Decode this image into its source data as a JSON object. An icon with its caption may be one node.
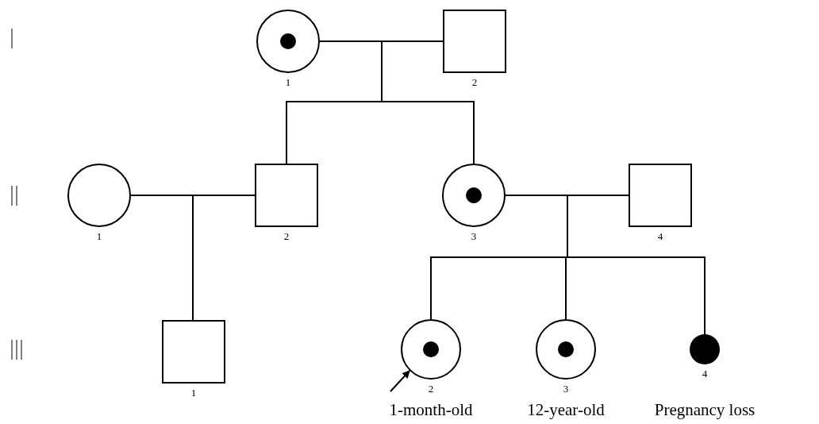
{
  "diagram": {
    "nodes": [
      {
        "text": [],
        "shape": "circle",
        "beside": [
          "1"
        ]
      },
      {
        "text": [],
        "shape": "dot",
        "in": 0
      },
      {
        "text": [],
        "shape": "box",
        "beside": [
          "2"
        ]
      },
      {
        "text": [],
        "shape": "circle",
        "beside": [
          "1"
        ]
      },
      {
        "text": [],
        "shape": "box",
        "beside": [
          "2"
        ]
      },
      {
        "text": [],
        "shape": "circle",
        "beside": [
          "3"
        ]
      },
      {
        "text": [],
        "shape": "dot",
        "in": 5
      },
      {
        "text": [],
        "shape": "box",
        "beside": [
          "4"
        ]
      },
      {
        "text": [],
        "shape": "box",
        "beside": [
          "1"
        ]
      },
      {
        "text": [],
        "shape": "circle",
        "beside": [
          "2",
          "1-month-old"
        ]
      },
      {
        "text": [],
        "shape": "dot",
        "in": 9
      },
      {
        "text": [],
        "shape": "circle",
        "beside": [
          "3",
          "12-year-old"
        ]
      },
      {
        "text": [],
        "shape": "dot",
        "in": 11
      },
      {
        "text": [],
        "shape": "dot",
        "beside": [
          "4",
          "Pregnancy loss"
        ]
      }
    ],
    "edges": [
      {
        "from": 0,
        "to": 2,
        "arrow": "none"
      },
      {
        "from": 0,
        "to": 4,
        "arrow": "none"
      },
      {
        "from": 0,
        "to": 5,
        "arrow": "none"
      },
      {
        "from": 3,
        "to": 4,
        "arrow": "none"
      },
      {
        "from": 3,
        "to": 8,
        "arrow": "none"
      },
      {
        "from": 5,
        "to": 7,
        "arrow": "none"
      },
      {
        "from": 5,
        "to": 9,
        "arrow": "none"
      },
      {
        "from": 5,
        "to": 11,
        "arrow": "none"
      },
      {
        "from": 5,
        "to": 13,
        "arrow": "none"
      },
      {
        "from": null,
        "to": 9,
        "arrow": "to"
      }
    ],
    "labels": [
      "I",
      "II",
      "III"
    ]
  }
}
